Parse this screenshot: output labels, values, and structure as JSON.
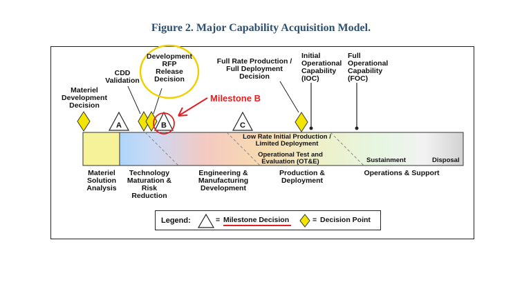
{
  "title": "Figure 2.  Major Capability Acquisition Model.",
  "decisions": {
    "mdd": [
      "Materiel",
      "Development",
      "Decision"
    ],
    "cdd": [
      "CDD",
      "Validation"
    ],
    "rfp": [
      "Development",
      "RFP",
      "Release",
      "Decision"
    ],
    "frp": [
      "Full Rate Production /",
      "Full Deployment",
      "Decision"
    ],
    "ioc": [
      "Initial",
      "Operational",
      "Capability",
      "(IOC)"
    ],
    "foc": [
      "Full",
      "Operational",
      "Capability",
      "(FOC)"
    ]
  },
  "milestones": {
    "a": "A",
    "b": "B",
    "c": "C"
  },
  "annotation": "Milestone B",
  "bar_labels": {
    "lrip": [
      "Low Rate Initial Production /",
      "Limited Deployment"
    ],
    "ote": [
      "Operational Test and",
      "Evaluation (OT&E)"
    ],
    "sustainment": "Sustainment",
    "disposal": "Disposal"
  },
  "phases": {
    "msa": [
      "Materiel",
      "Solution",
      "Analysis"
    ],
    "tmrr": [
      "Technology",
      "Maturation &",
      "Risk",
      "Reduction"
    ],
    "emd": [
      "Engineering &",
      "Manufacturing",
      "Development"
    ],
    "pd": [
      "Production &",
      "Deployment"
    ],
    "os": "Operations & Support"
  },
  "legend": {
    "label": "Legend:",
    "milestone": "Milestone Decision",
    "decision": "Decision Point",
    "eq1": "=",
    "eq2": "="
  },
  "colors": {
    "title": "#2f4f6f",
    "diamond": "#f2e600",
    "msa_fill": "#f6f29a",
    "annotation_red": "#e02020",
    "highlight_circle": "#f0d000"
  }
}
